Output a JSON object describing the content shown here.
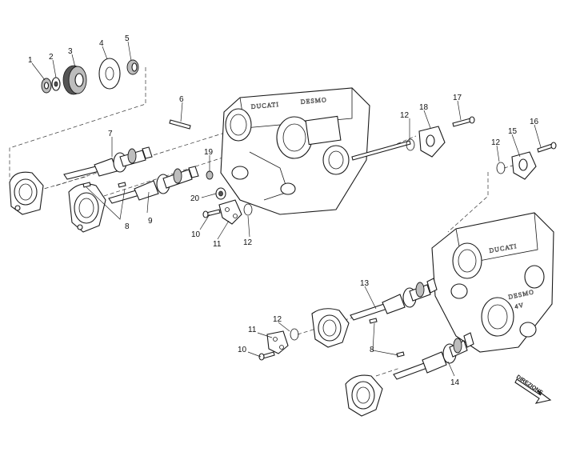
{
  "diagram": {
    "callouts": {
      "c1": "1",
      "c2": "2",
      "c3": "3",
      "c4": "4",
      "c5": "5",
      "c6": "6",
      "c7": "7",
      "c8a": "8",
      "c9": "9",
      "c10a": "10",
      "c11a": "11",
      "c12a": "12",
      "c12b": "12",
      "c18": "18",
      "c17": "17",
      "c19": "19",
      "c20": "20",
      "c12c": "12",
      "c15": "15",
      "c16": "16",
      "c13": "13",
      "c12d": "12",
      "c11b": "11",
      "c10b": "10",
      "c8b": "8",
      "c14": "14"
    },
    "head_lettering": {
      "head1_top": "DUCATI",
      "head1_mid": "DESMO",
      "head2_top": "DUCATI",
      "head2_mid": "DESMO",
      "head2_bot": "4V"
    },
    "direction_marker": "DIREZIONE"
  }
}
